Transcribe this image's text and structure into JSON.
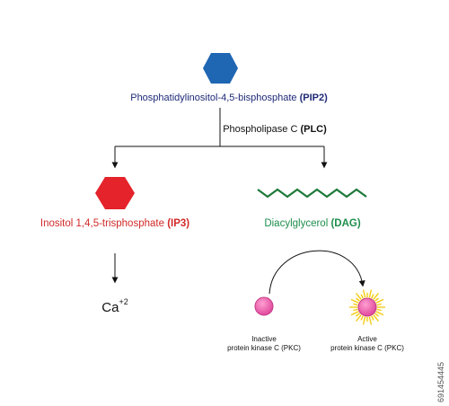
{
  "pip2": {
    "name": "Phosphatidylinositol-4,5-bisphosphate",
    "abbr": "(PIP2)",
    "color": "#1f66b3"
  },
  "plc": {
    "name": "Phospholipase C",
    "abbr": "(PLC)"
  },
  "ip3": {
    "name": "Inositol 1,4,5-trisphosphate",
    "abbr": "(IP3)",
    "color": "#e4232b"
  },
  "dag": {
    "name": "Diacylglycerol",
    "abbr": "(DAG)",
    "color": "#1e7a3a"
  },
  "calcium": {
    "symbol": "Ca",
    "charge": "+2"
  },
  "pkc_inactive": {
    "line1": "Inactive",
    "line2": "protein kinase C (PKC)"
  },
  "pkc_active": {
    "line1": "Active",
    "line2": "protein kinase C (PKC)"
  },
  "watermark": "691454445"
}
